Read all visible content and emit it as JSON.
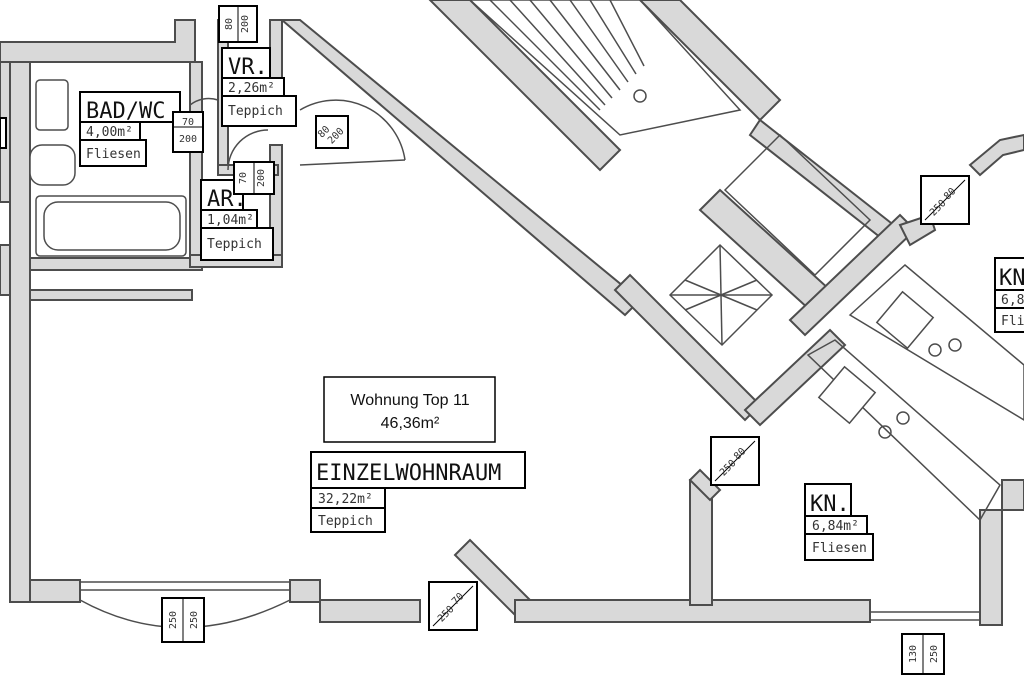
{
  "apartment": {
    "title": "Wohnung Top 11",
    "area": "46,36m²"
  },
  "rooms": {
    "bad": {
      "name": "BAD/WC",
      "area": "4,00m²",
      "floor": "Fliesen"
    },
    "vr": {
      "name": "VR.",
      "area": "2,26m²",
      "floor": "Teppich"
    },
    "ar": {
      "name": "AR.",
      "area": "1,04m²",
      "floor": "Teppich"
    },
    "wohnraum": {
      "name": "EINZELWOHNRAUM",
      "area": "32,22m²",
      "floor": "Teppich"
    },
    "kn": {
      "name": "KN.",
      "area": "6,84m²",
      "floor": "Fliesen"
    },
    "kn2": {
      "name": "KN",
      "area": "6,8",
      "floor": "Fli"
    }
  },
  "door_tags": {
    "bad_door": {
      "w": "70",
      "h": "200"
    },
    "top_door": {
      "w": "80",
      "h": "200"
    },
    "entry_door": {
      "w": "80",
      "h": "200"
    },
    "ar_door": {
      "w": "70",
      "h": "200"
    },
    "right_door": {
      "w": "80",
      "h": "250"
    },
    "kn_door": {
      "w": "80",
      "h": "250"
    },
    "balcony_door": {
      "w": "70",
      "h": "250"
    }
  },
  "window_tags": {
    "window_main": {
      "a": "250",
      "b": "250"
    },
    "window_kn": {
      "a": "130",
      "b": "250"
    }
  }
}
